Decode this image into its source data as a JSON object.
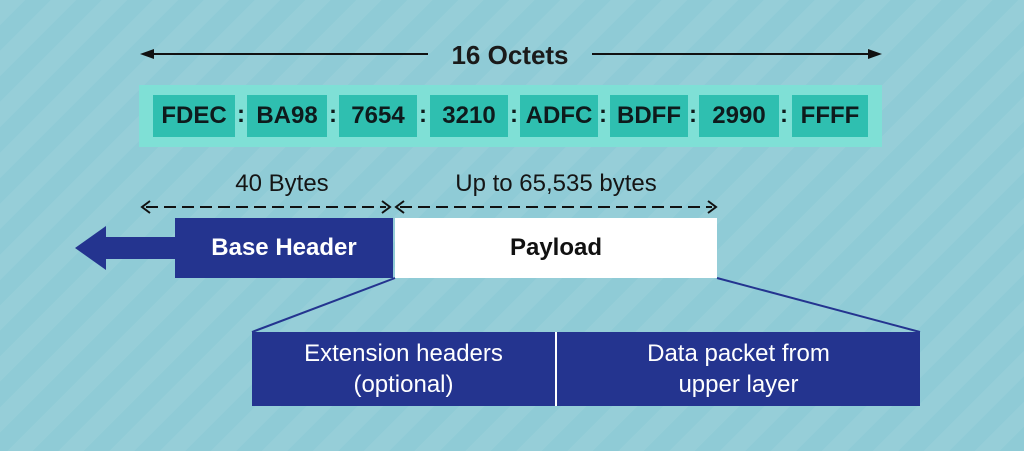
{
  "octets": {
    "label": "16 Octets"
  },
  "address": {
    "groups": [
      "FDEC",
      "BA98",
      "7654",
      "3210",
      "ADFC",
      "BDFF",
      "2990",
      "FFFF"
    ],
    "separator": ":"
  },
  "sizes": {
    "header_size": "40 Bytes",
    "payload_size": "Up to 65,535 bytes"
  },
  "packet": {
    "base_header": "Base  Header",
    "payload": "Payload"
  },
  "payload_parts": {
    "extension_line1": "Extension headers",
    "extension_line2": "(optional)",
    "data_line1": "Data packet from",
    "data_line2": "upper layer"
  },
  "colors": {
    "background": "#8fcbd6",
    "strip": "#7fe0d6",
    "segment": "#2fbfb0",
    "navy": "#24348f",
    "white": "#ffffff"
  }
}
